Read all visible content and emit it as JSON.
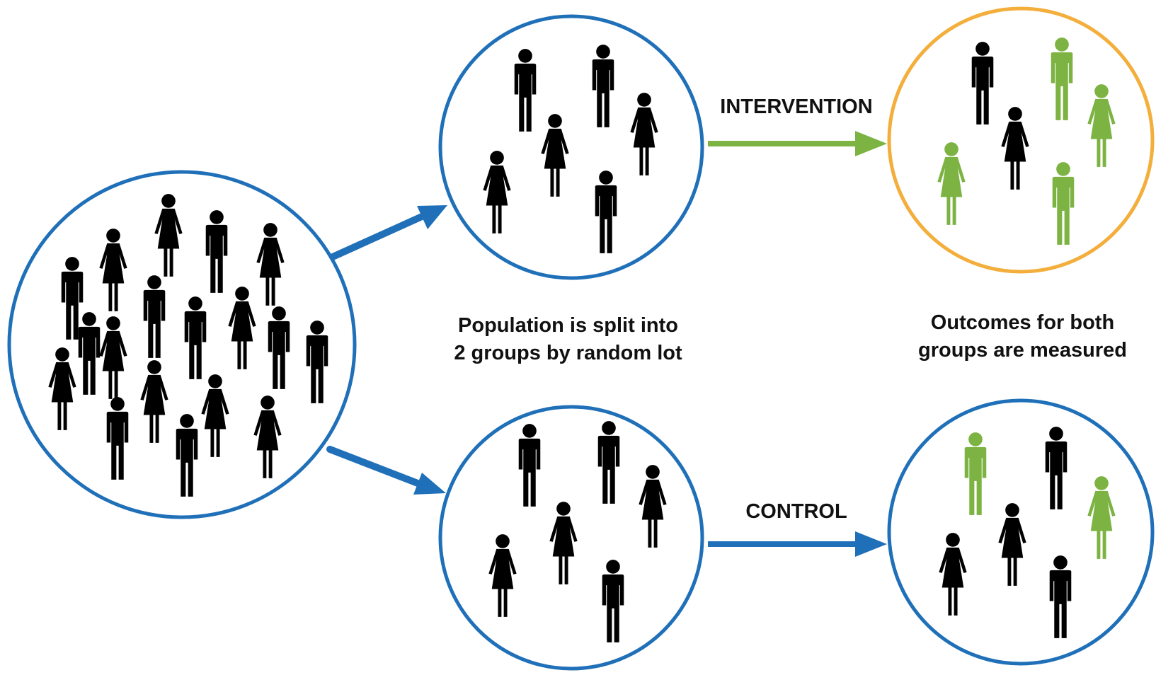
{
  "labels": {
    "intervention": "INTERVENTION",
    "control": "CONTROL"
  },
  "captions": {
    "split": [
      "Population is split into",
      "2 groups by random lot"
    ],
    "outcomes": [
      "Outcomes for both",
      "groups are measured"
    ]
  },
  "colors": {
    "circle_blue": "#1f70b8",
    "circle_orange": "#f3ae3c",
    "arrow_green": "#7cb342",
    "figure_black": "#000000",
    "figure_green": "#7cb342"
  },
  "groups": [
    {
      "id": "population",
      "ring": "blue",
      "figures": [
        {
          "type": "man",
          "color": "black"
        },
        {
          "type": "woman",
          "color": "black"
        },
        {
          "type": "woman",
          "color": "black"
        },
        {
          "type": "man",
          "color": "black"
        },
        {
          "type": "woman",
          "color": "black"
        },
        {
          "type": "man",
          "color": "black"
        },
        {
          "type": "man",
          "color": "black"
        },
        {
          "type": "woman",
          "color": "black"
        },
        {
          "type": "man",
          "color": "black"
        },
        {
          "type": "woman",
          "color": "black"
        },
        {
          "type": "woman",
          "color": "black"
        },
        {
          "type": "man",
          "color": "black"
        },
        {
          "type": "woman",
          "color": "black"
        },
        {
          "type": "man",
          "color": "black"
        },
        {
          "type": "woman",
          "color": "black"
        },
        {
          "type": "man",
          "color": "black"
        },
        {
          "type": "woman",
          "color": "black"
        },
        {
          "type": "man",
          "color": "black"
        }
      ]
    },
    {
      "id": "intervention-group",
      "ring": "blue",
      "figures": [
        {
          "type": "man",
          "color": "black"
        },
        {
          "type": "man",
          "color": "black"
        },
        {
          "type": "woman",
          "color": "black"
        },
        {
          "type": "woman",
          "color": "black"
        },
        {
          "type": "woman",
          "color": "black"
        },
        {
          "type": "man",
          "color": "black"
        }
      ]
    },
    {
      "id": "control-group",
      "ring": "blue",
      "figures": [
        {
          "type": "man",
          "color": "black"
        },
        {
          "type": "man",
          "color": "black"
        },
        {
          "type": "woman",
          "color": "black"
        },
        {
          "type": "woman",
          "color": "black"
        },
        {
          "type": "woman",
          "color": "black"
        },
        {
          "type": "man",
          "color": "black"
        }
      ]
    },
    {
      "id": "intervention-outcome",
      "ring": "orange",
      "figures": [
        {
          "type": "man",
          "color": "black"
        },
        {
          "type": "man",
          "color": "green"
        },
        {
          "type": "woman",
          "color": "green"
        },
        {
          "type": "woman",
          "color": "black"
        },
        {
          "type": "woman",
          "color": "green"
        },
        {
          "type": "man",
          "color": "green"
        }
      ]
    },
    {
      "id": "control-outcome",
      "ring": "blue",
      "figures": [
        {
          "type": "man",
          "color": "green"
        },
        {
          "type": "man",
          "color": "black"
        },
        {
          "type": "woman",
          "color": "green"
        },
        {
          "type": "woman",
          "color": "black"
        },
        {
          "type": "woman",
          "color": "black"
        },
        {
          "type": "man",
          "color": "black"
        }
      ]
    }
  ]
}
